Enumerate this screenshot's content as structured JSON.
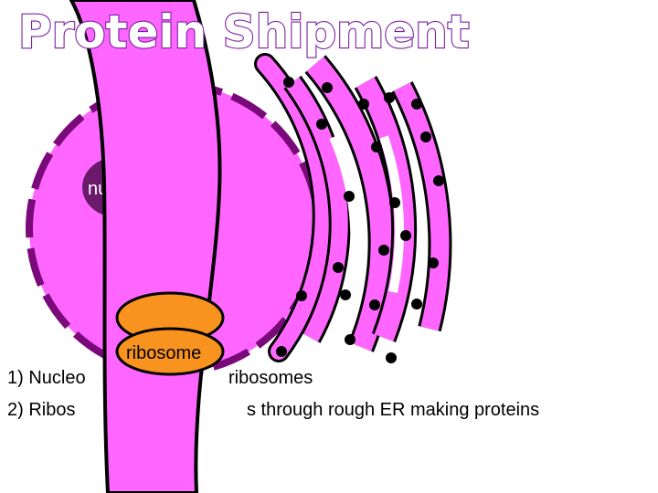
{
  "title": "Protein Shipment",
  "labels": {
    "nucleolus": "nuc",
    "ribosome": "ribosome"
  },
  "steps": [
    "1) Nucleo",
    "ribosomes",
    "2) Ribos",
    "s through rough ER making proteins"
  ],
  "colors": {
    "cell": "#ff66ff",
    "nuclear_envelope": "#7a0a7a",
    "nucleolus": "#6b1a6b",
    "ribosome": "#f7931e",
    "title_stroke": "#7a1fa2",
    "outline": "#000000"
  }
}
